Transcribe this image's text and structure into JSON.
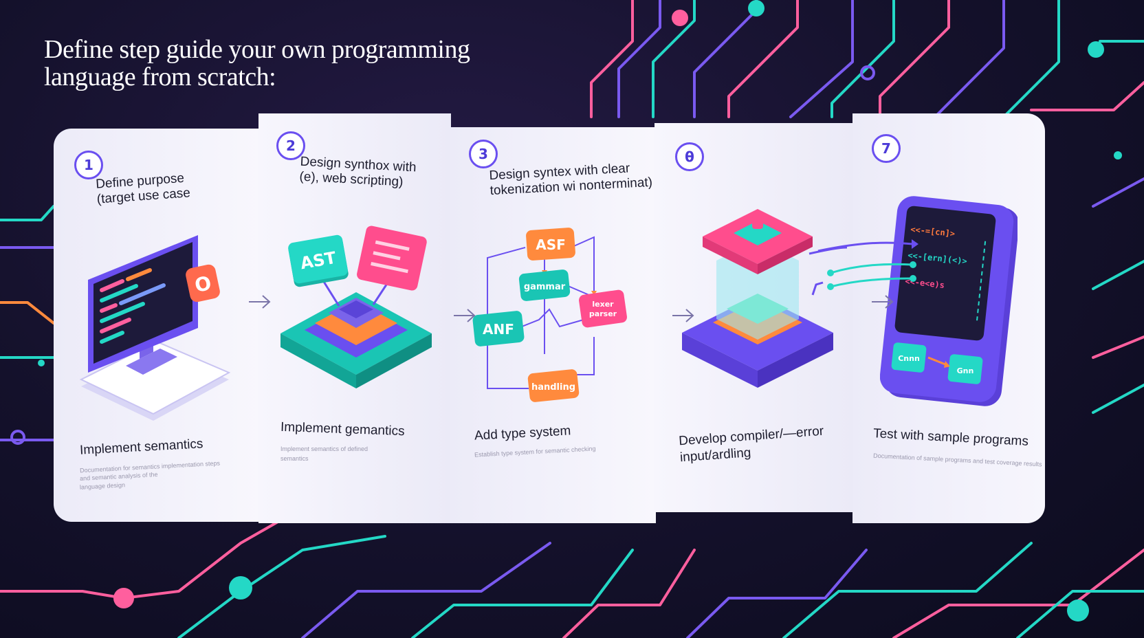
{
  "title": {
    "line1": "Define step guide your own programming",
    "line2": "language from scratch:"
  },
  "steps": [
    {
      "badge": "1",
      "heading_line1": "Define purpose",
      "heading_line2": "(target use case",
      "footer": "Implement semantics",
      "fine_lines": [
        "Documentation for semantics implementation steps",
        "and semantic analysis of the",
        "language design"
      ]
    },
    {
      "badge": "2",
      "heading_line1": "Design synthox with",
      "heading_line2": "(e), web scripting)",
      "footer": "Implement gemantics",
      "fine_lines": [
        "Implement semantics of defined",
        "semantics"
      ]
    },
    {
      "badge": "3",
      "heading_line1": "Design syntex with clear",
      "heading_line2": "tokenization wi nonterminat)",
      "footer": "Add type system",
      "fine_lines": [
        "Establish type system for semantic checking"
      ]
    },
    {
      "badge": "θ",
      "heading_line1": "",
      "heading_line2": "",
      "footer_line1": "Develop compiler/—error",
      "footer_line2": "input/ardling",
      "fine_lines": []
    },
    {
      "badge": "7",
      "heading_line1": "",
      "heading_line2": "",
      "footer": "Test with sample programs",
      "fine_lines": [
        "Documentation of sample programs and test coverage results"
      ]
    }
  ],
  "illustrations": {
    "monitor_badge": "O",
    "ast_card": "AST",
    "flow_nodes": {
      "asf": "ASF",
      "grammar": "gammar",
      "lexer_line1": "lexer",
      "lexer_line2": "parser",
      "anf": "ANF",
      "handling": "handling"
    },
    "code_chips": [
      "Cnnn",
      "Gnn"
    ],
    "code_lines": [
      "<<-=[cn]>",
      "<<-[ern](<)>",
      "<<-e<e)s"
    ]
  },
  "colors": {
    "accent_purple": "#6a4ff0",
    "teal": "#24d8c6",
    "pink": "#ff4d8d",
    "orange": "#ff8a3d",
    "panel_white": "#f6f5fc"
  }
}
